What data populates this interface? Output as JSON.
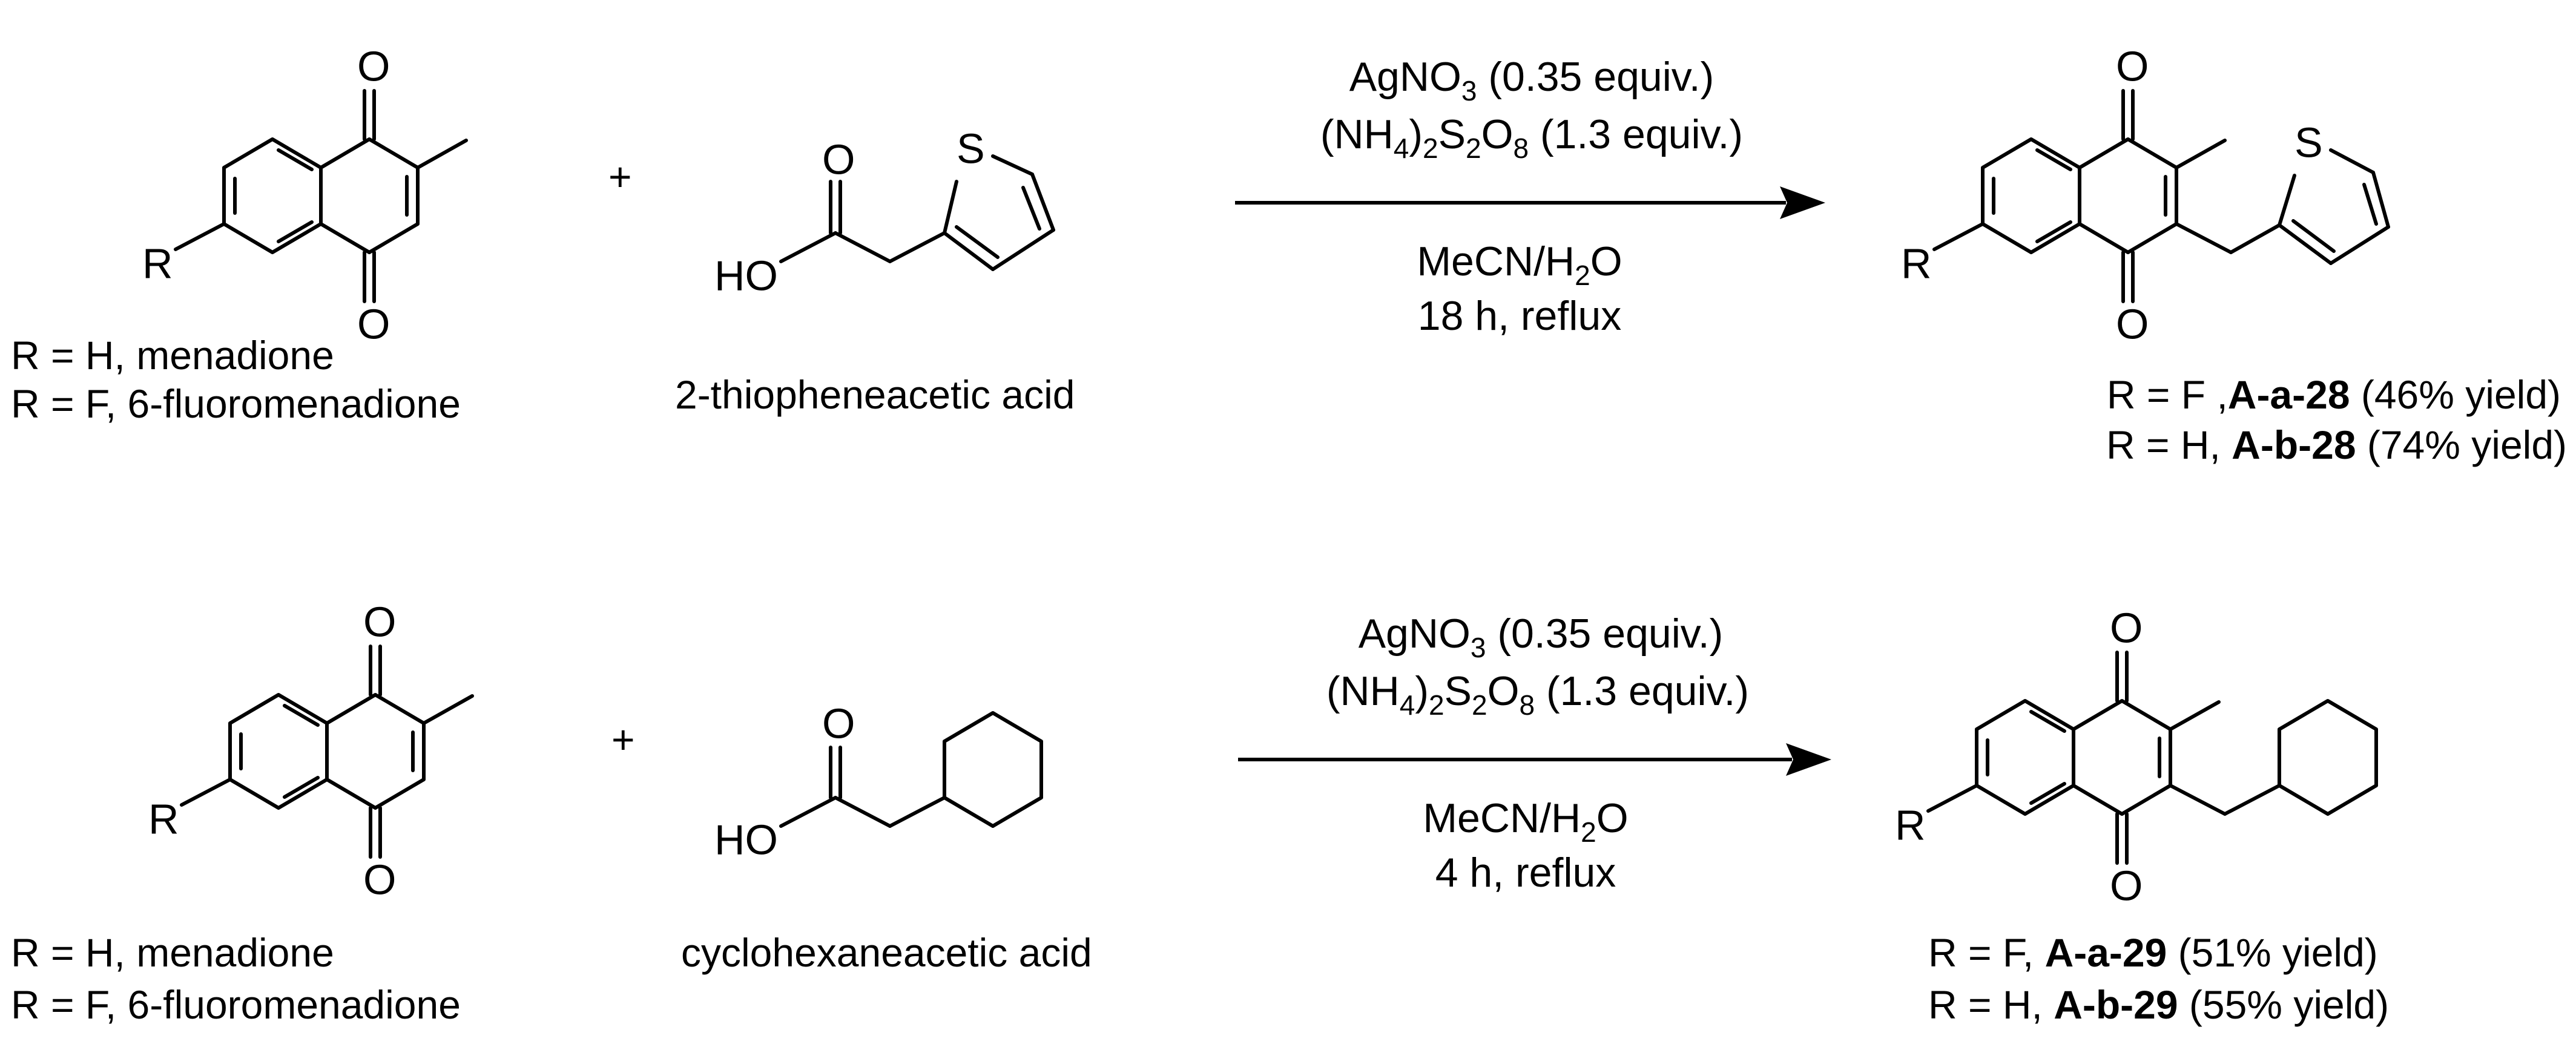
{
  "reactions": [
    {
      "reactant1": {
        "r_group": "R",
        "o_top": "O",
        "o_bottom": "O",
        "caption_line1": "R = H, menadione",
        "caption_line2": "R = F, 6-fluoromenadione"
      },
      "plus": "+",
      "reactant2": {
        "s_atom": "S",
        "o_carbonyl": "O",
        "ho": "HO",
        "caption": "2-thiopheneacetic acid"
      },
      "conditions": {
        "line1_a": "AgNO",
        "line1_sub": "3",
        "line1_b": " (0.35 equiv.)",
        "line2_a": "(NH",
        "line2_sub1": "4",
        "line2_b": ")",
        "line2_sub2": "2",
        "line2_c": "S",
        "line2_sub3": "2",
        "line2_d": "O",
        "line2_sub4": "8",
        "line2_e": " (1.3 equiv.)",
        "line3_a": "MeCN/H",
        "line3_sub": "2",
        "line3_b": "O",
        "line4": "18 h, reflux"
      },
      "product": {
        "r_group": "R",
        "o_top": "O",
        "o_bottom": "O",
        "s_atom": "S",
        "line1_prefix": "R = F ,",
        "line1_id": "A-a-28",
        "line1_suffix": " (46% yield)",
        "line2_prefix": "R = H, ",
        "line2_id": "A-b-28",
        "line2_suffix": " (74% yield)"
      }
    },
    {
      "reactant1": {
        "r_group": "R",
        "o_top": "O",
        "o_bottom": "O",
        "caption_line1": "R = H, menadione",
        "caption_line2": "R = F, 6-fluoromenadione"
      },
      "plus": "+",
      "reactant2": {
        "o_carbonyl": "O",
        "ho": "HO",
        "caption": "cyclohexaneacetic acid"
      },
      "conditions": {
        "line1_a": "AgNO",
        "line1_sub": "3",
        "line1_b": " (0.35 equiv.)",
        "line2_a": "(NH",
        "line2_sub1": "4",
        "line2_b": ")",
        "line2_sub2": "2",
        "line2_c": "S",
        "line2_sub3": "2",
        "line2_d": "O",
        "line2_sub4": "8",
        "line2_e": " (1.3 equiv.)",
        "line3_a": "MeCN/H",
        "line3_sub": "2",
        "line3_b": "O",
        "line4": "4 h, reflux"
      },
      "product": {
        "r_group": "R",
        "o_top": "O",
        "o_bottom": "O",
        "line1_prefix": "R = F, ",
        "line1_id": "A-a-29",
        "line1_suffix": " (51% yield)",
        "line2_prefix": "R = H, ",
        "line2_id": "A-b-29",
        "line2_suffix": " (55% yield)"
      }
    }
  ]
}
